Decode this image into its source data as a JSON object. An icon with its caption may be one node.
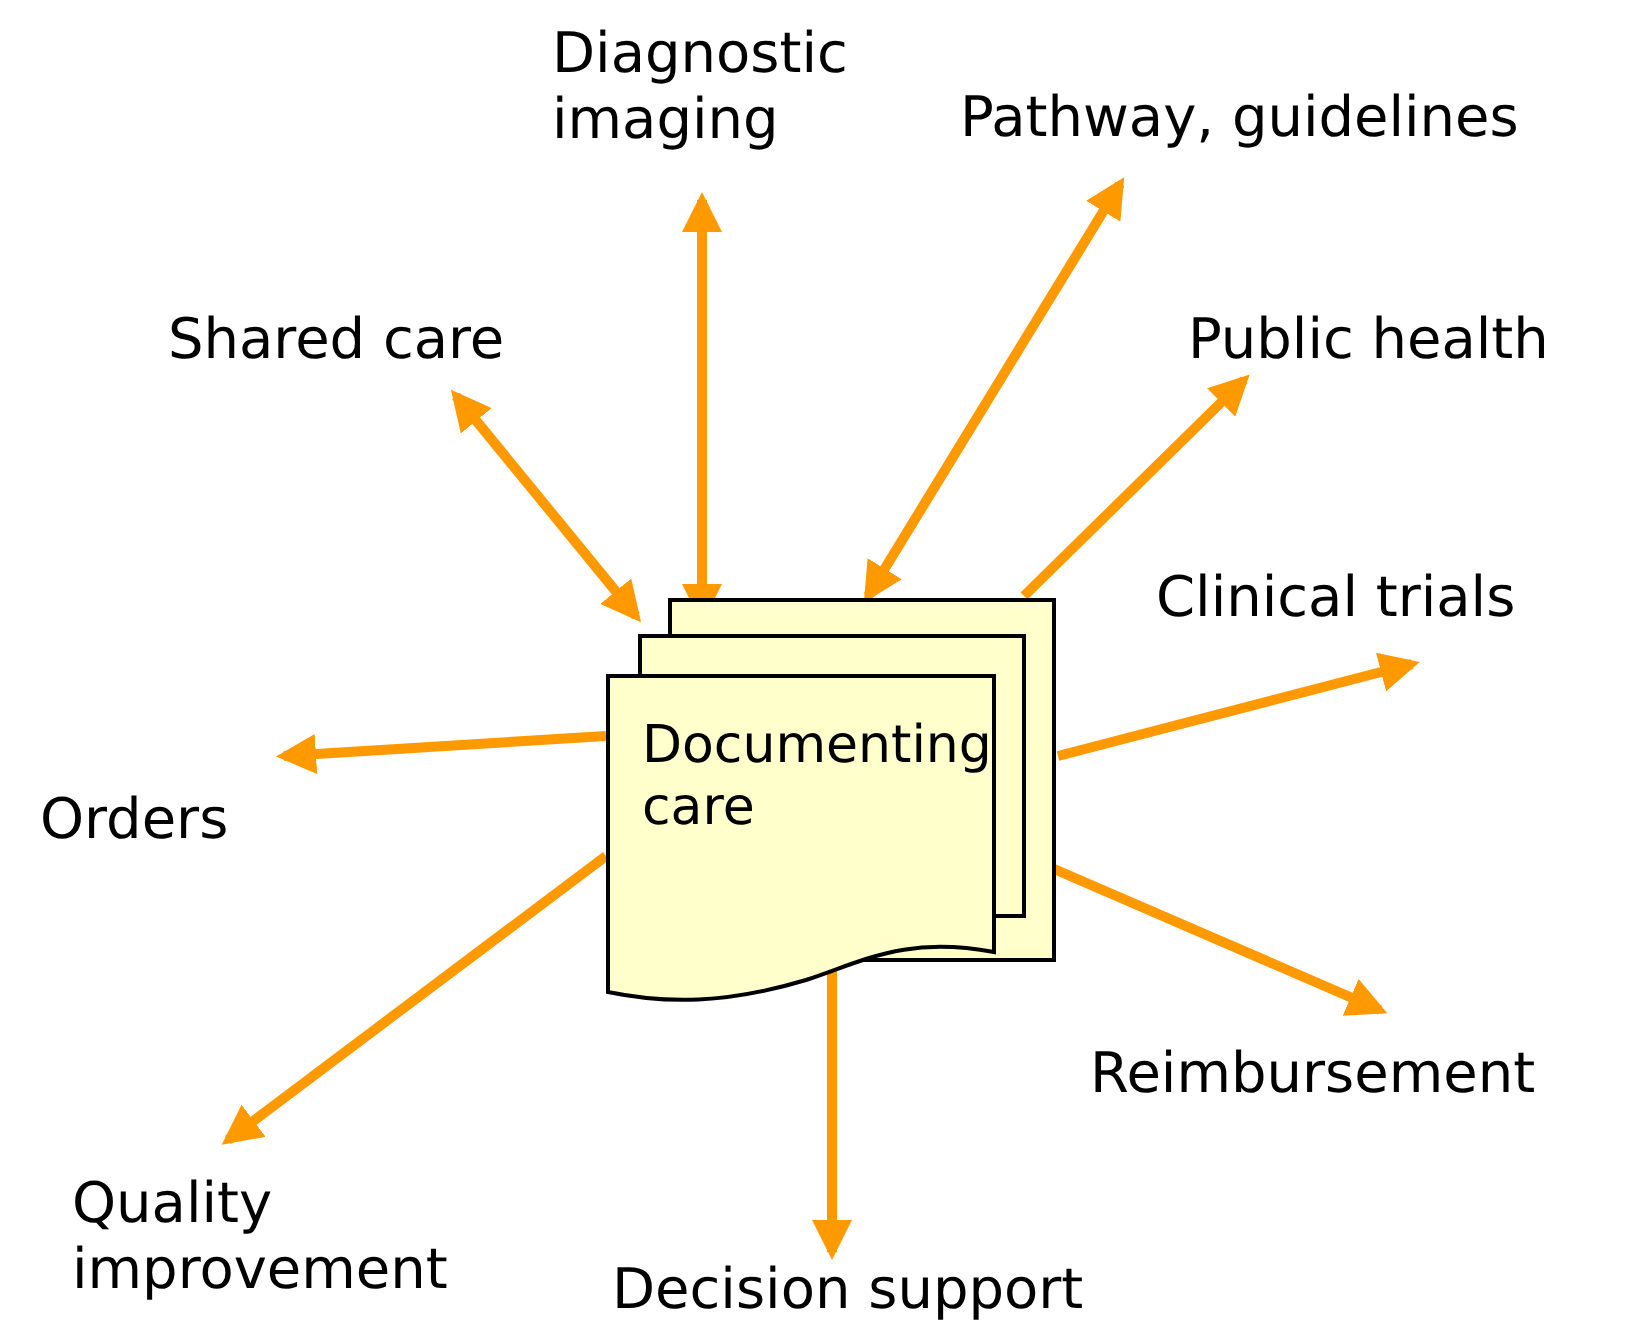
{
  "diagram": {
    "nodes": [
      {
        "text": [
          "Diagnostic imaging"
        ]
      },
      {
        "text": [
          "Pathway, guidelines"
        ]
      },
      {
        "text": [
          "Shared care"
        ]
      },
      {
        "text": [
          "Public health"
        ]
      },
      {
        "text": [
          "Clinical trials"
        ]
      },
      {
        "text": [
          "Documenting care"
        ]
      },
      {
        "text": [
          "Orders"
        ]
      },
      {
        "text": [
          "Reimbursement"
        ]
      },
      {
        "text": [
          "Quality improvement"
        ]
      },
      {
        "text": [
          "Decision support"
        ]
      }
    ],
    "edges": [
      {
        "from": 5,
        "to": 2,
        "arrow": "both"
      },
      {
        "from": 5,
        "to": 0,
        "arrow": "both"
      },
      {
        "from": 5,
        "to": 1,
        "arrow": "both"
      },
      {
        "from": 5,
        "to": 3,
        "arrow": "to"
      },
      {
        "from": 5,
        "to": 4,
        "arrow": "to"
      },
      {
        "from": 5,
        "to": 6,
        "arrow": "to"
      },
      {
        "from": 5,
        "to": 8,
        "arrow": "to"
      },
      {
        "from": 5,
        "to": 9,
        "arrow": "to"
      },
      {
        "from": 5,
        "to": 7,
        "arrow": "to"
      }
    ]
  }
}
